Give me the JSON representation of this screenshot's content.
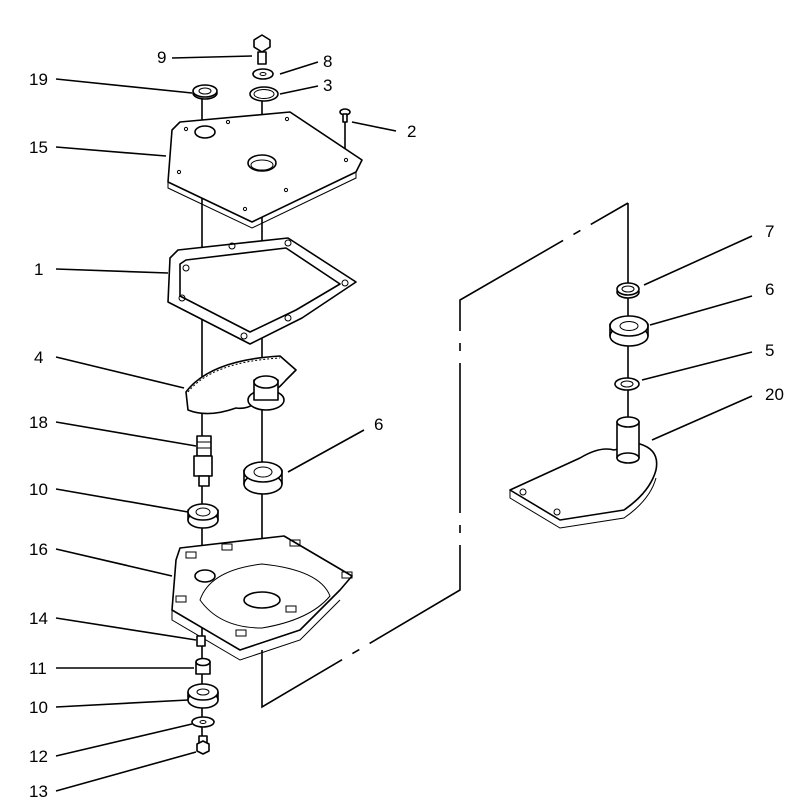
{
  "figure": {
    "type": "exploded parts diagram",
    "callouts": [
      {
        "id": "callout-9",
        "text": "9"
      },
      {
        "id": "callout-8",
        "text": "8"
      },
      {
        "id": "callout-3",
        "text": "3"
      },
      {
        "id": "callout-19",
        "text": "19"
      },
      {
        "id": "callout-2",
        "text": "2"
      },
      {
        "id": "callout-15",
        "text": "15"
      },
      {
        "id": "callout-1",
        "text": "1"
      },
      {
        "id": "callout-4",
        "text": "4"
      },
      {
        "id": "callout-18",
        "text": "18"
      },
      {
        "id": "callout-6a",
        "text": "6"
      },
      {
        "id": "callout-10a",
        "text": "10"
      },
      {
        "id": "callout-16",
        "text": "16"
      },
      {
        "id": "callout-14",
        "text": "14"
      },
      {
        "id": "callout-11",
        "text": "11"
      },
      {
        "id": "callout-10b",
        "text": "10"
      },
      {
        "id": "callout-12",
        "text": "12"
      },
      {
        "id": "callout-13",
        "text": "13"
      },
      {
        "id": "callout-7",
        "text": "7"
      },
      {
        "id": "callout-6b",
        "text": "6"
      },
      {
        "id": "callout-5",
        "text": "5"
      },
      {
        "id": "callout-20",
        "text": "20"
      }
    ]
  }
}
